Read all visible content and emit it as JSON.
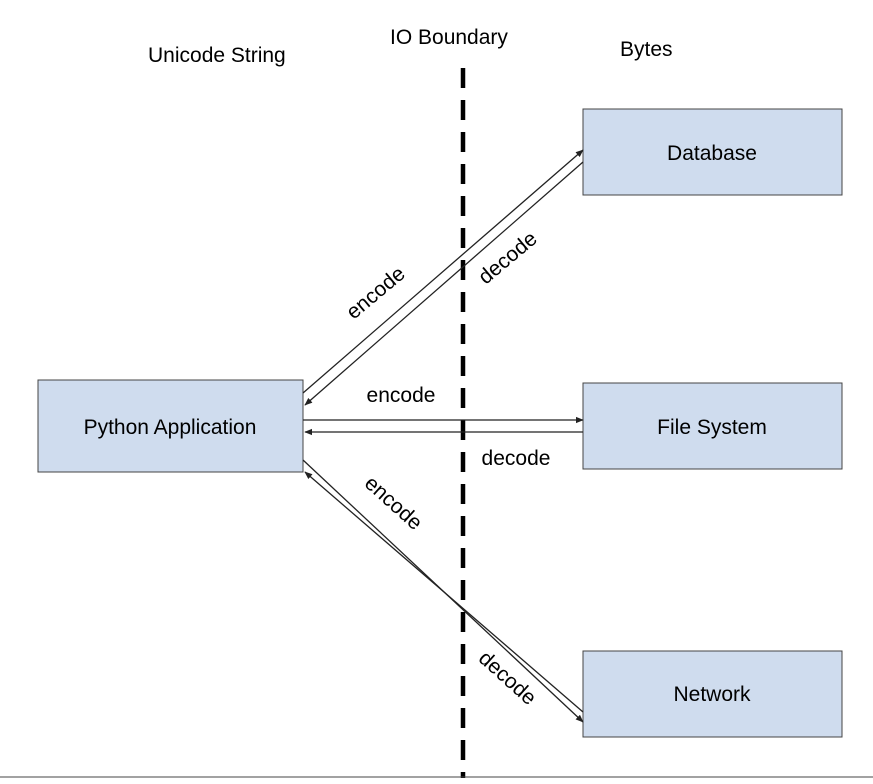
{
  "columns": {
    "left": "Unicode String",
    "middle": "IO Boundary",
    "right": "Bytes"
  },
  "nodes": {
    "app": "Python Application",
    "database": "Database",
    "filesystem": "File System",
    "network": "Network"
  },
  "edges": {
    "database": {
      "encode": "encode",
      "decode": "decode"
    },
    "filesystem": {
      "encode": "encode",
      "decode": "decode"
    },
    "network": {
      "encode": "encode",
      "decode": "decode"
    }
  },
  "colors": {
    "box_fill": "#cfdcee",
    "box_border": "#444444",
    "line": "#222222",
    "boundary": "#000000"
  }
}
